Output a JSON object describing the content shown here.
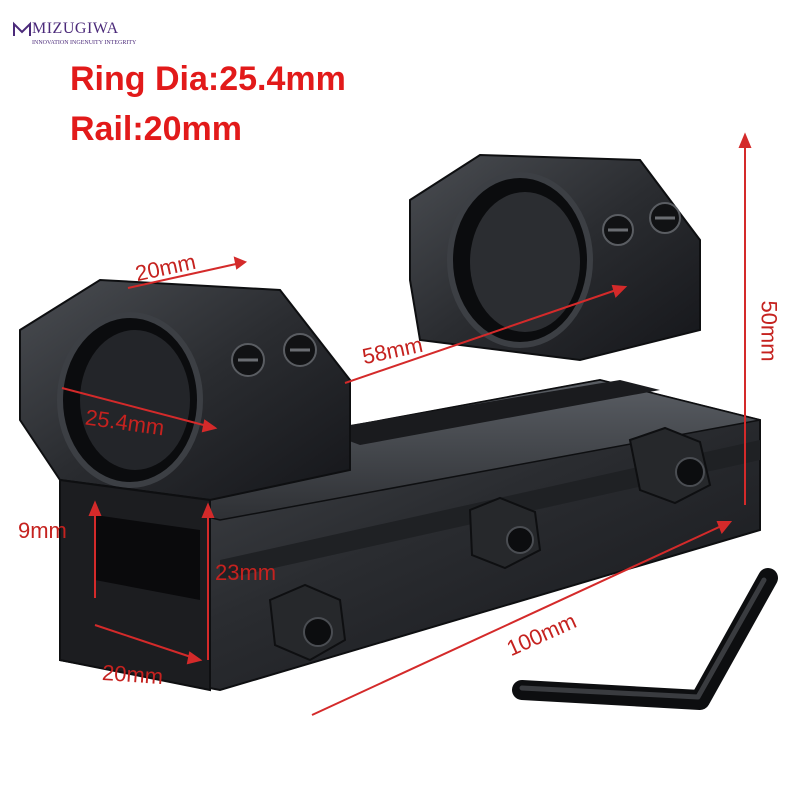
{
  "brand": {
    "name": "MIZUGIWA",
    "tagline": "INNOVATION INGENUITY INTEGRITY",
    "color": "#4b2a7a"
  },
  "specs": {
    "ring": "Ring Dia:25.4mm",
    "rail": "Rail:20mm",
    "color": "#e21a1a"
  },
  "dimensions": {
    "ring_width": "20mm",
    "ring_diameter": "25.4mm",
    "ring_spacing": "58mm",
    "height": "50mm",
    "length": "100mm",
    "base_height_small": "9mm",
    "base_height": "23mm",
    "base_width": "20mm",
    "color": "#c5221f"
  },
  "product": {
    "icon": "scope-mount-icon",
    "accessory_icon": "hex-key-icon"
  }
}
